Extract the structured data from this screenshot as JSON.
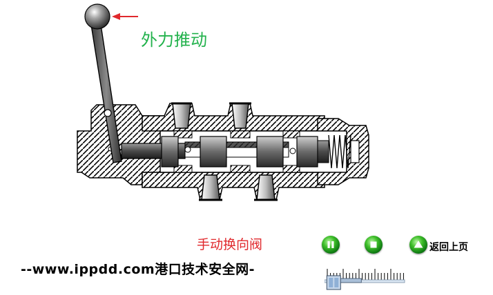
{
  "annotation": {
    "label": "外力推动"
  },
  "caption": {
    "text": "手动换向阀"
  },
  "controls": {
    "pause_icon": "pause-icon",
    "stop_icon": "stop-icon",
    "back_icon": "up-arrow-icon",
    "back_label": "返回上页"
  },
  "footer": {
    "site": "--www.ippdd.com港口技术安全网-"
  },
  "colors": {
    "label_green": "#22b24c",
    "caption_red": "#e0282c",
    "arrow_red": "#e0282c",
    "button_green": "#3fbf2a"
  },
  "progress": {
    "fraction": 0.05
  }
}
